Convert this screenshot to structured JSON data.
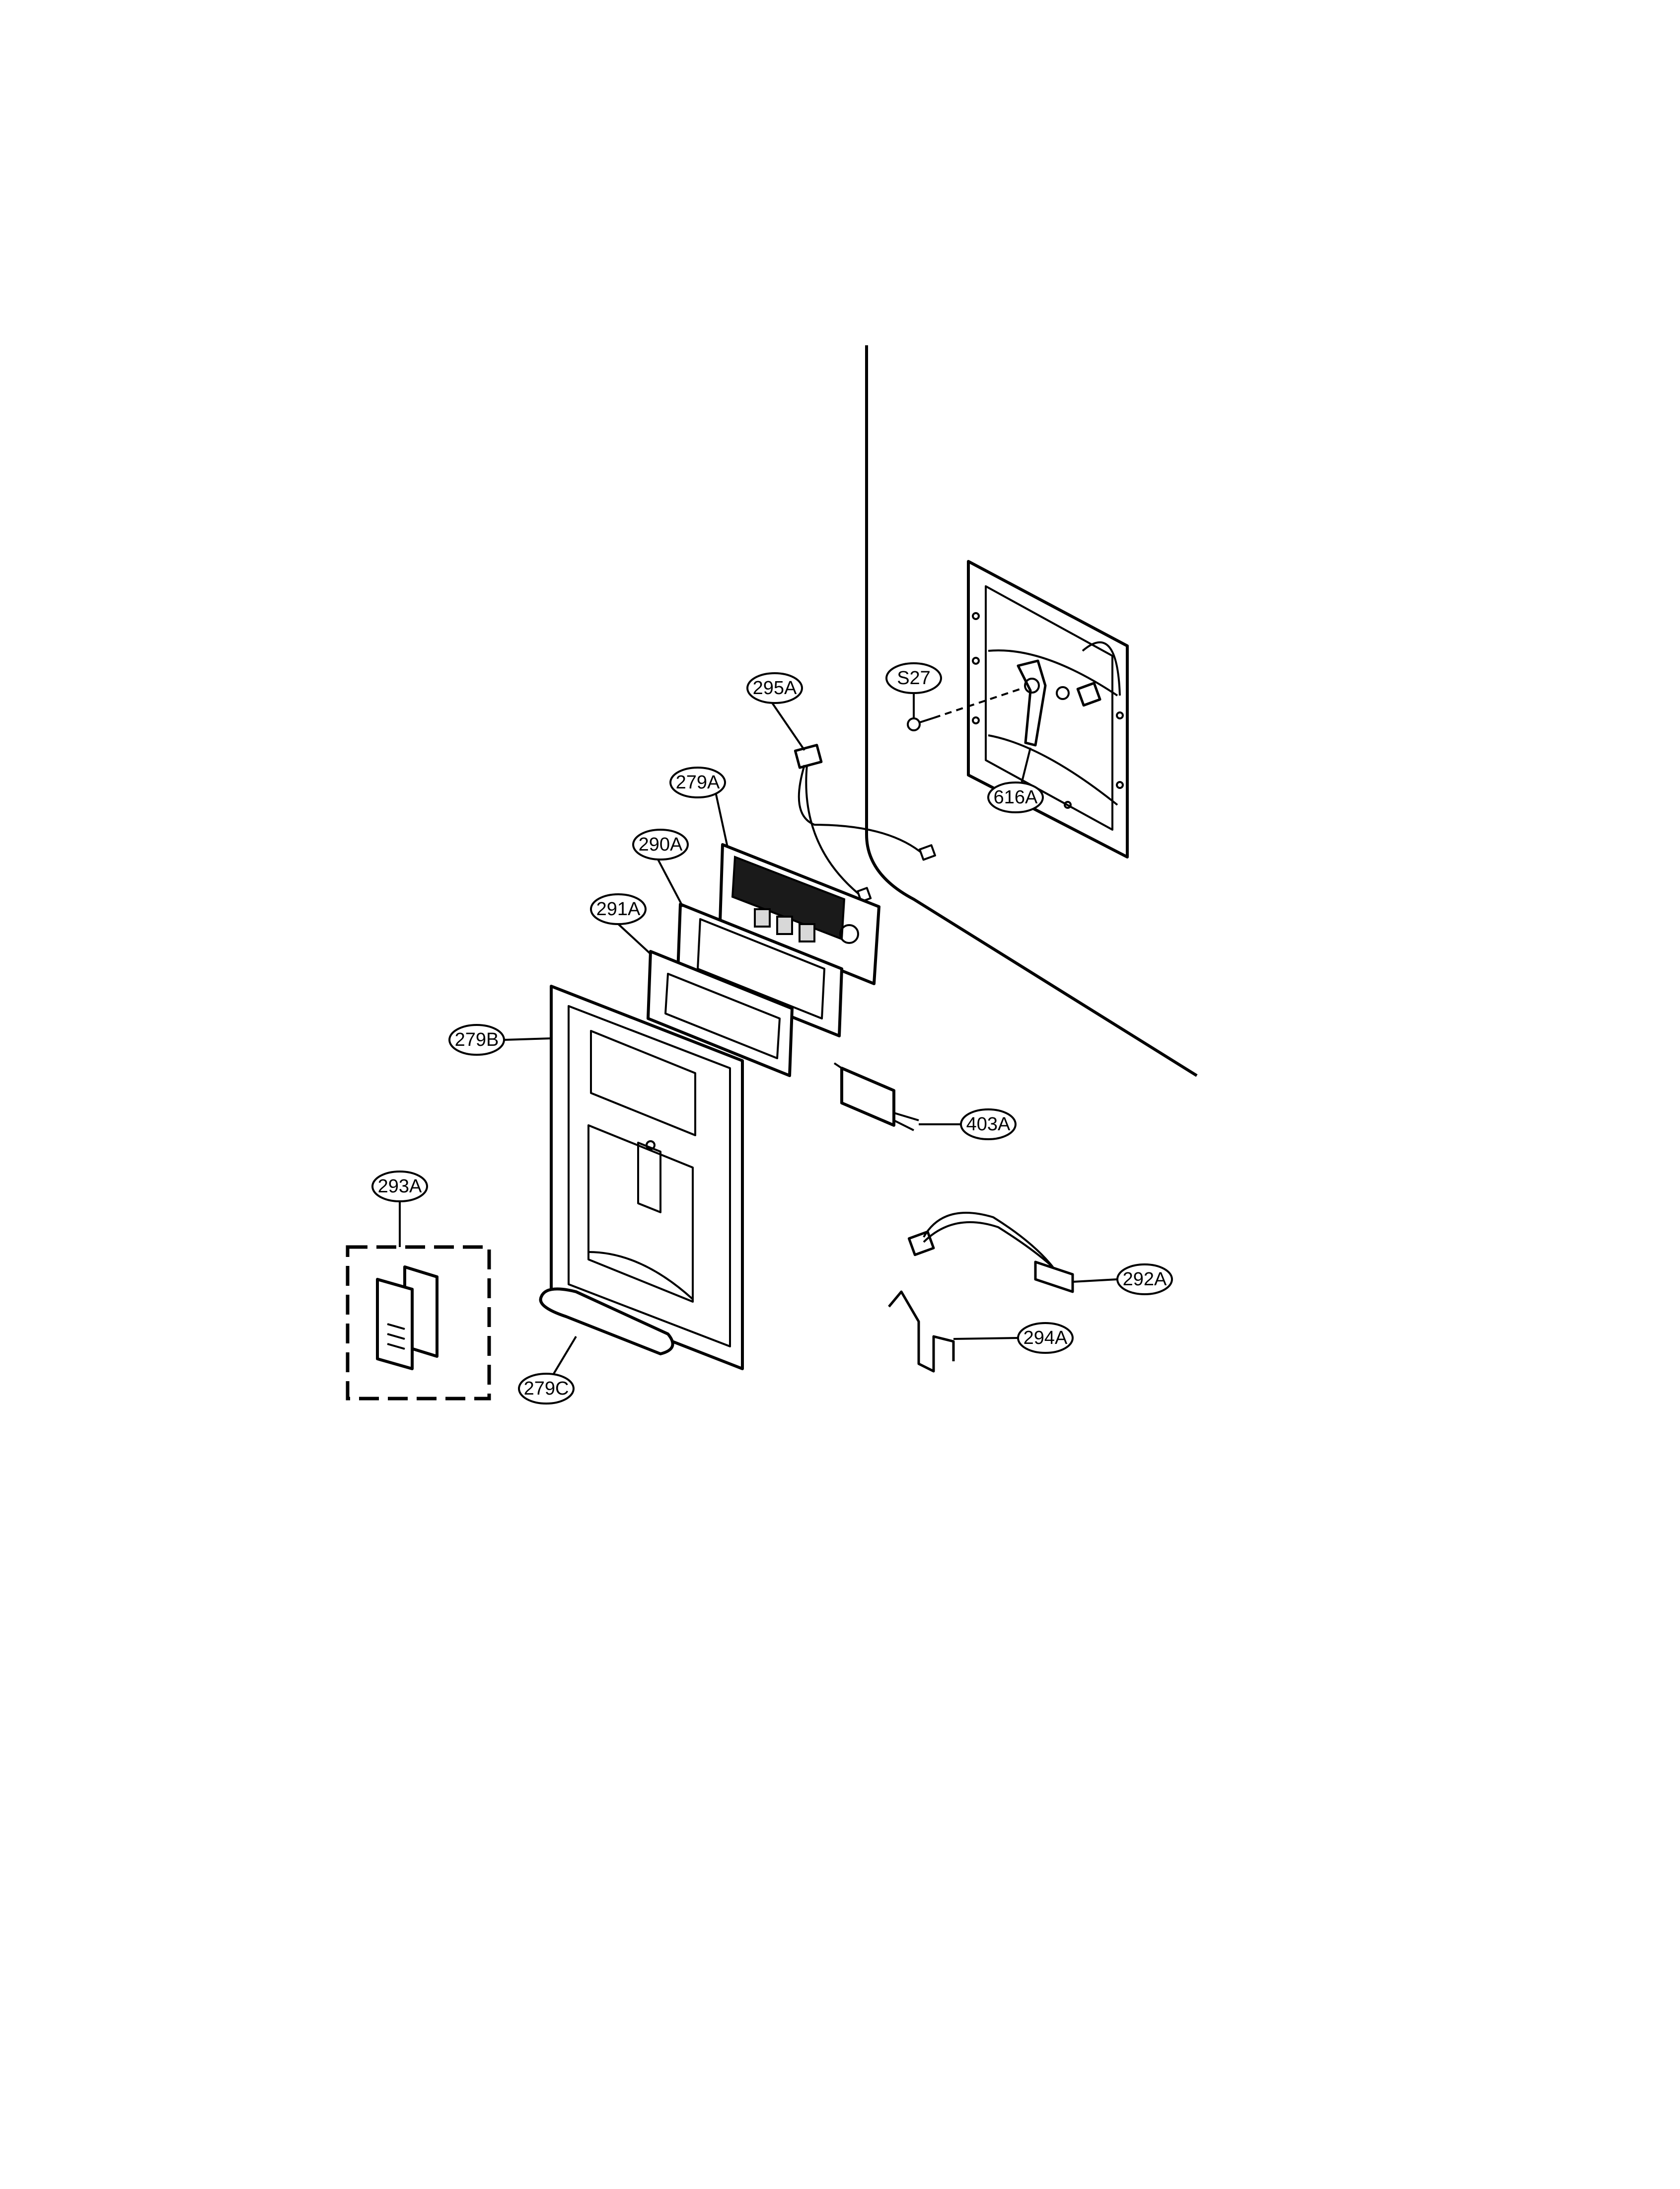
{
  "diagram": {
    "callouts": [
      {
        "id": "295a",
        "label": "295A"
      },
      {
        "id": "s27",
        "label": "S27"
      },
      {
        "id": "279a",
        "label": "279A"
      },
      {
        "id": "616a",
        "label": "616A"
      },
      {
        "id": "290a",
        "label": "290A"
      },
      {
        "id": "291a",
        "label": "291A"
      },
      {
        "id": "279b",
        "label": "279B"
      },
      {
        "id": "403a",
        "label": "403A"
      },
      {
        "id": "293a",
        "label": "293A"
      },
      {
        "id": "292a",
        "label": "292A"
      },
      {
        "id": "294a",
        "label": "294A"
      },
      {
        "id": "279c",
        "label": "279C"
      }
    ]
  }
}
